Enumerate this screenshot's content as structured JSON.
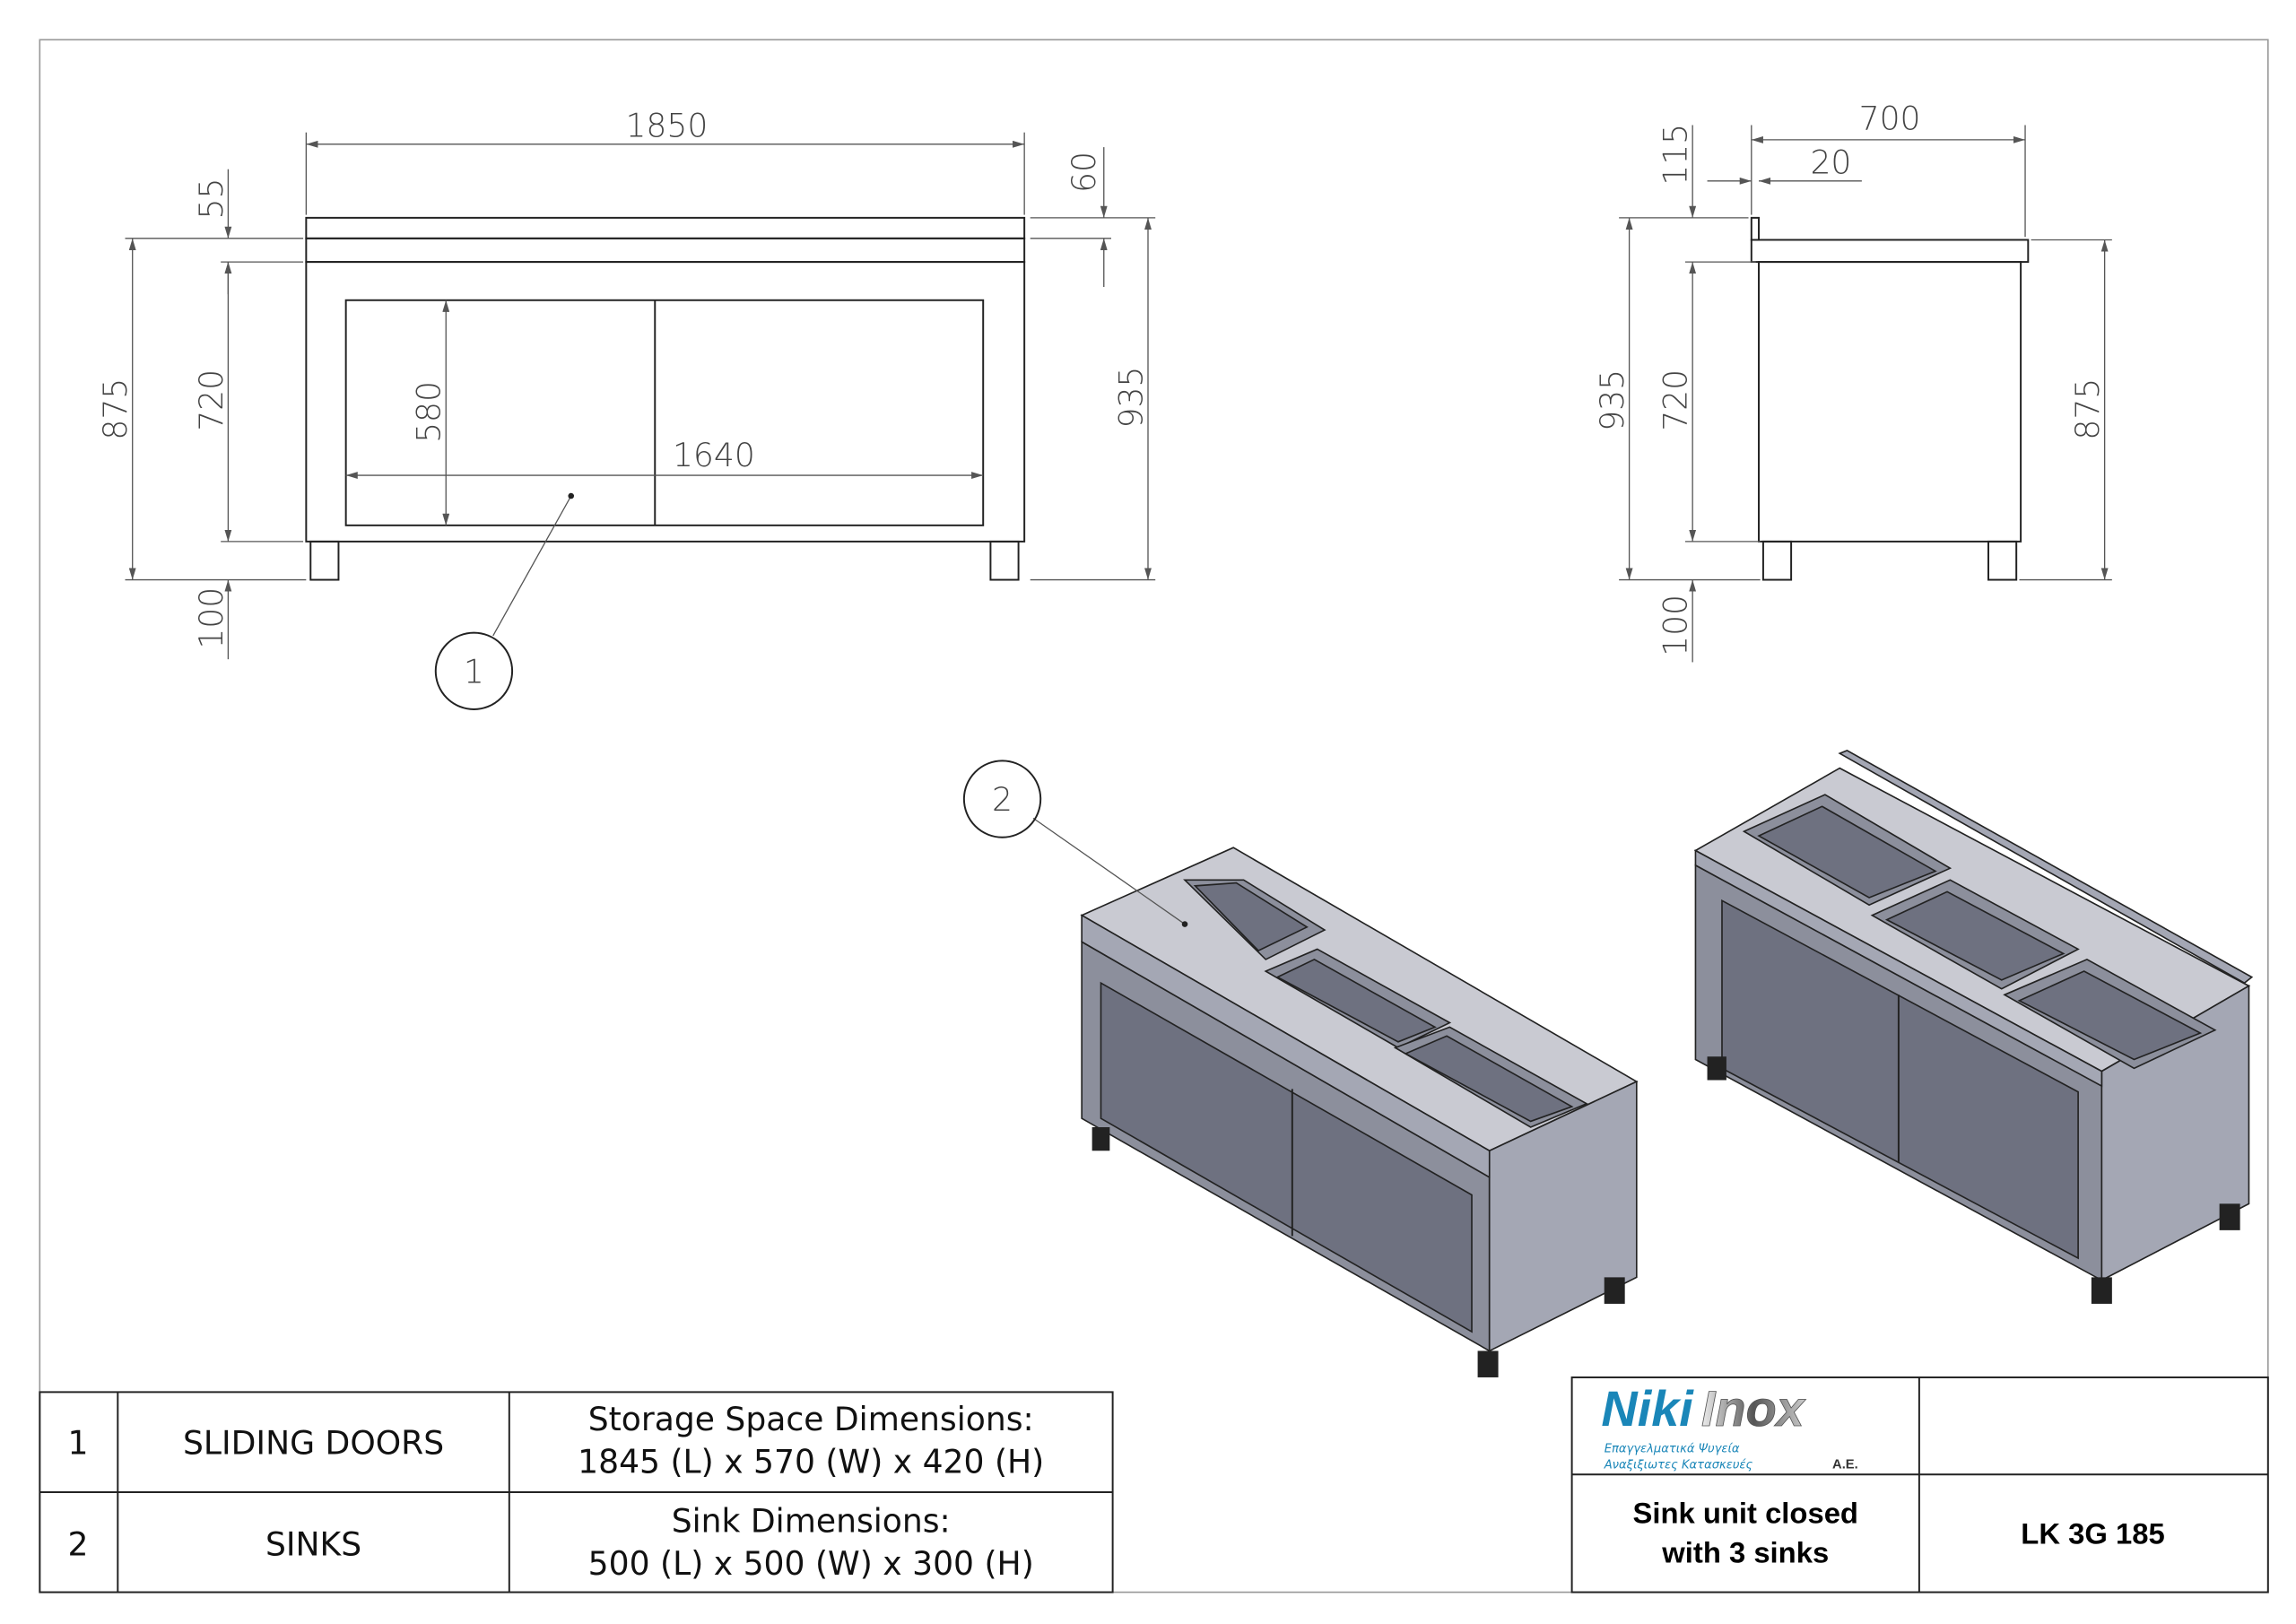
{
  "front_view": {
    "dims": {
      "width_total": "1850",
      "backsplash": "55",
      "height_counter": "875",
      "body": "720",
      "legs": "100",
      "door_height": "580",
      "door_width": "1640",
      "top_thickness": "60",
      "height_total": "935"
    }
  },
  "side_view": {
    "dims": {
      "depth": "700",
      "lip": "20",
      "backsplash": "115",
      "height_total": "935",
      "body": "720",
      "legs": "100",
      "height_counter": "875"
    }
  },
  "balloons": [
    "1",
    "2"
  ],
  "parts_table": [
    {
      "no": "1",
      "name": "SLIDING DOORS",
      "desc_line1": "Storage Space Dimensions:",
      "desc_line2": "1845 (L) x 570 (W) x 420 (H)"
    },
    {
      "no": "2",
      "name": "SINKS",
      "desc_line1": "Sink Dimensions:",
      "desc_line2": "500 (L) x 500 (W) x 300 (H)"
    }
  ],
  "title_block": {
    "logo": {
      "brand_part1": "Niki",
      "brand_part2": "Inox",
      "tagline1": "Επαγγελματικά Ψυγεία",
      "tagline2": "Αναξιξιωτες Κατασκευές",
      "suffix": "A.E."
    },
    "description_line1": "Sink unit closed",
    "description_line2": "with 3 sinks",
    "model": "LK 3G 185"
  },
  "colors": {
    "logo_blue": "#1a86b8",
    "steel": "#8c8f9c"
  }
}
